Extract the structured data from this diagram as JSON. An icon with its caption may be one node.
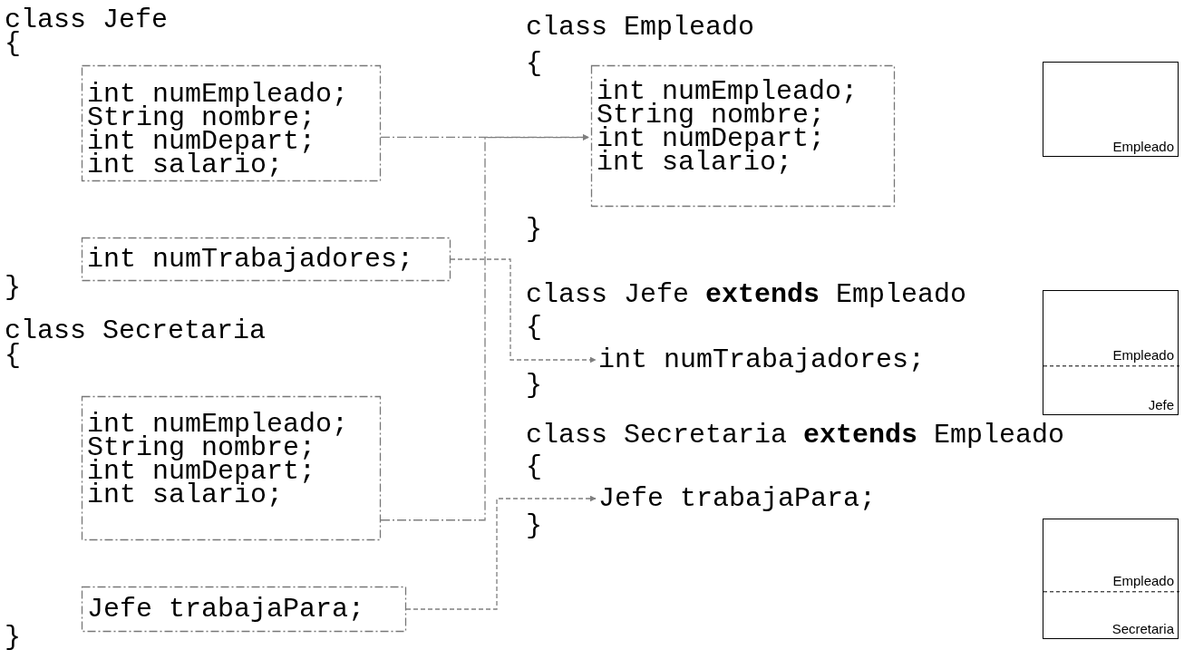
{
  "diagram": {
    "nodes": [
      {
        "text": [
          "int numEmpleado;",
          "String nombre;",
          "int numDepart;",
          "int salario;"
        ]
      },
      {
        "text": [
          "int numTrabajadores;"
        ]
      },
      {
        "text": [
          "int numEmpleado;",
          "String nombre;",
          "int numDepart;",
          "int salario;"
        ]
      },
      {
        "text": [
          "Jefe trabajaPara;"
        ]
      },
      {
        "text": [
          "int numEmpleado;",
          "String nombre;",
          "int numDepart;",
          "int salario;"
        ]
      },
      {
        "text": [
          "int numTrabajadores;"
        ]
      },
      {
        "text": [
          "Jefe trabajaPara;"
        ]
      },
      {
        "text": [
          "Empleado"
        ]
      },
      {
        "text": [
          "Empleado",
          "Jefe"
        ]
      },
      {
        "text": [
          "Empleado",
          "Secretaria"
        ]
      }
    ],
    "edges": [
      {
        "from": 0,
        "to": 4,
        "arrow": "to"
      },
      {
        "from": 2,
        "to": 4,
        "arrow": "to"
      },
      {
        "from": 1,
        "to": 5,
        "arrow": "to",
        "style": "dashed"
      },
      {
        "from": 3,
        "to": 6,
        "arrow": "to",
        "style": "dashed"
      }
    ],
    "labels": [
      "class Jefe",
      "{",
      "}",
      "class Secretaria",
      "{",
      "}",
      "class Empleado",
      "{",
      "}",
      "class Jefe **extends** Empleado",
      "{",
      "}",
      "class Secretaria **extends** Empleado",
      "{",
      "}"
    ]
  }
}
